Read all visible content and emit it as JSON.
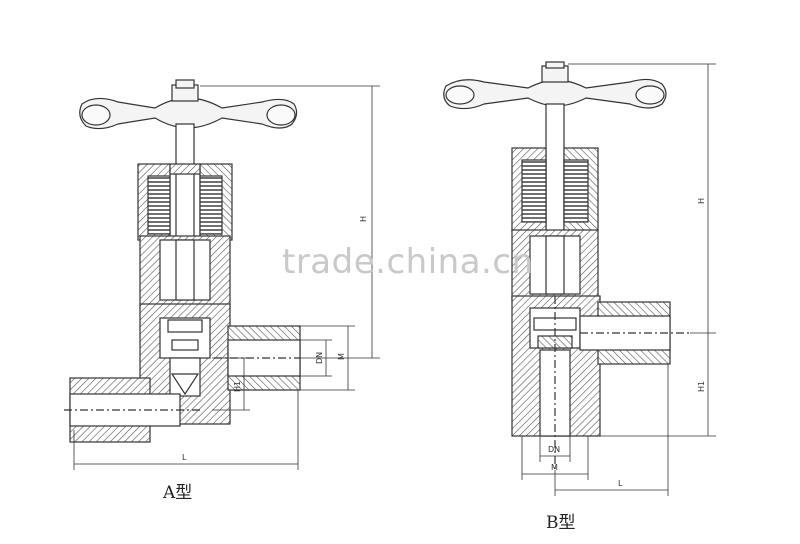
{
  "watermark": "trade.china.cn",
  "diagram_a": {
    "caption": "A型",
    "dims": {
      "H": "H",
      "L": "L",
      "DN": "DN",
      "M": "M",
      "H1": "H1"
    }
  },
  "diagram_b": {
    "caption": "B型",
    "dims": {
      "H": "H",
      "H1": "H1",
      "DN": "DN",
      "M": "M",
      "L": "L"
    }
  },
  "colors": {
    "line": "#333333",
    "hatch": "#555555",
    "handle": "#f4f4f4",
    "watermark": "#c9c9c9"
  }
}
